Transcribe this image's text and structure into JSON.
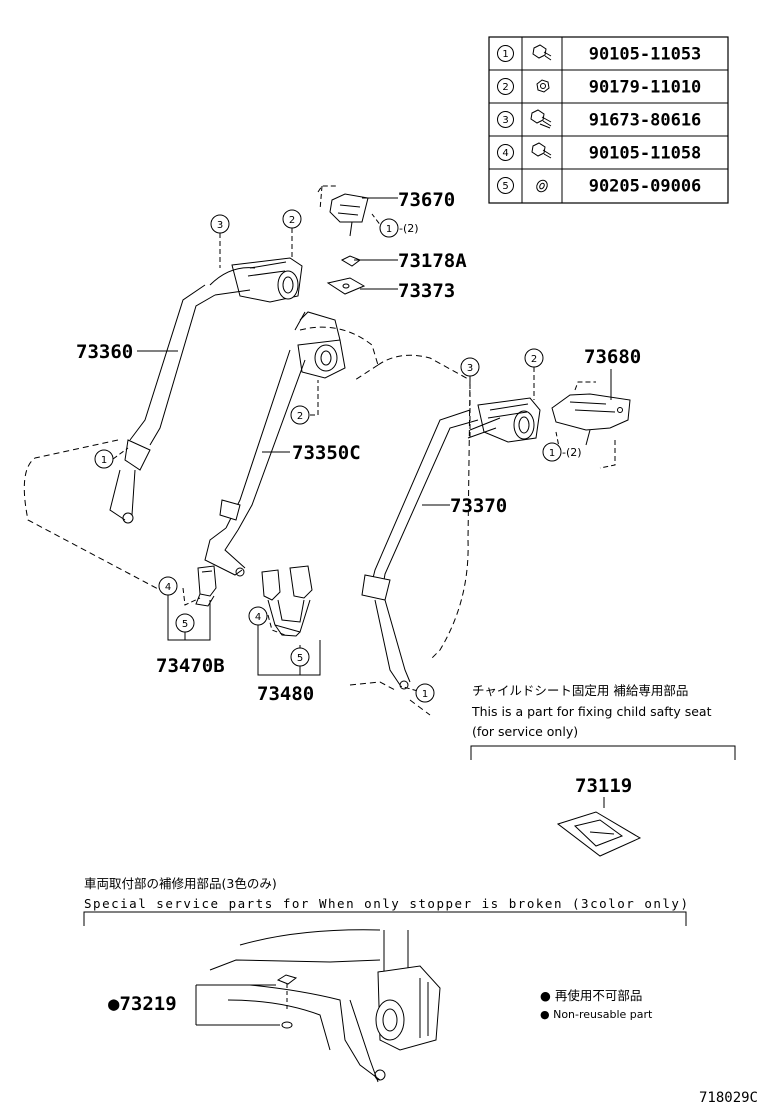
{
  "fastener_table": [
    {
      "index": "1",
      "part_number": "90105-11053"
    },
    {
      "index": "2",
      "part_number": "90179-11010"
    },
    {
      "index": "3",
      "part_number": "91673-80616"
    },
    {
      "index": "4",
      "part_number": "90105-11058"
    },
    {
      "index": "5",
      "part_number": "90205-09006"
    }
  ],
  "parts": {
    "p73670": "73670",
    "p73178a": "73178A",
    "p73373": "73373",
    "p73360": "73360",
    "p73350c": "73350C",
    "p73680": "73680",
    "p73370": "73370",
    "p73470b": "73470B",
    "p73480": "73480",
    "p73119": "73119",
    "p73219": "●73219"
  },
  "callouts": {
    "c1": "1",
    "c2": "2",
    "c3": "3",
    "c4": "4",
    "c5": "5",
    "qty2": "-(2)"
  },
  "child_seat_note": {
    "jp": "チャイルドシート固定用 補給専用部品",
    "en1": "This is a part for fixing child safty seat",
    "en2": "(for service only)"
  },
  "special_note": {
    "jp": "車両取付部の補修用部品(3色のみ)",
    "en": "Special service parts for When only stopper is broken (3color only)"
  },
  "legend": {
    "jp": "● 再使用不可部品",
    "en": "● Non-reusable part"
  },
  "ref_code": "718029C"
}
